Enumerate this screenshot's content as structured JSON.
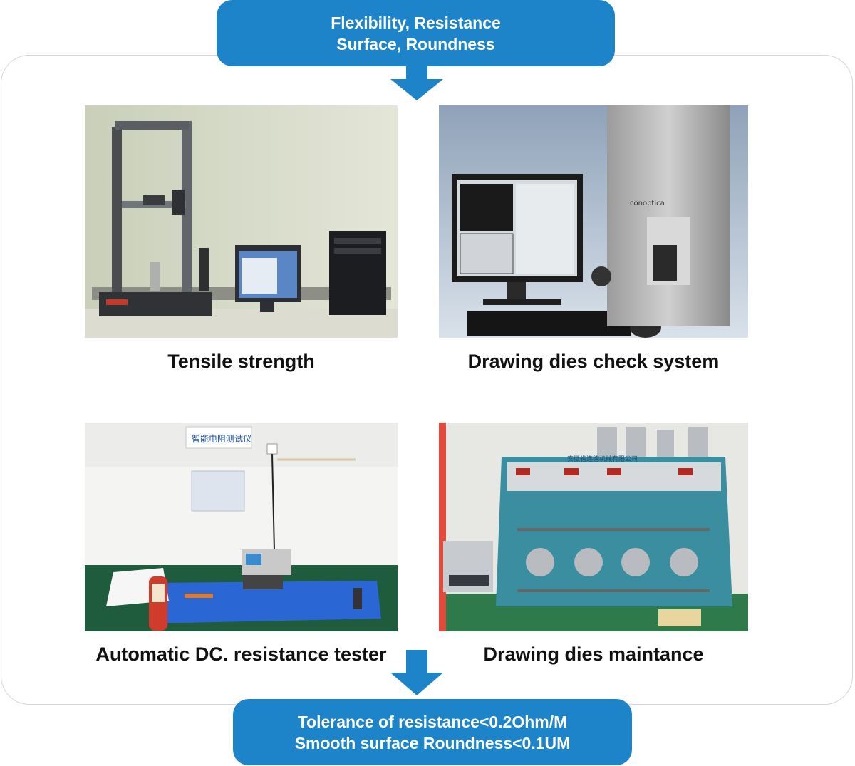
{
  "header_box": {
    "line1": "Flexibility, Resistance",
    "line2": "Surface, Roundness"
  },
  "items": [
    {
      "caption": "Tensile strength"
    },
    {
      "caption": "Drawing dies check system"
    },
    {
      "caption": "Automatic DC. resistance tester"
    },
    {
      "caption": "Drawing dies maintance"
    }
  ],
  "footer_box": {
    "line1": "Tolerance of resistance<0.2Ohm/M",
    "line2": "Smooth surface Roundness<0.1UM"
  },
  "photo_text": {
    "wall_sign": "智能电阻测试仪",
    "machine_plate": "安徽省连德机械有限公司",
    "brand": "conoptica"
  },
  "colors": {
    "accent": "#1e84c9",
    "panel_border": "#d6d6d6"
  }
}
